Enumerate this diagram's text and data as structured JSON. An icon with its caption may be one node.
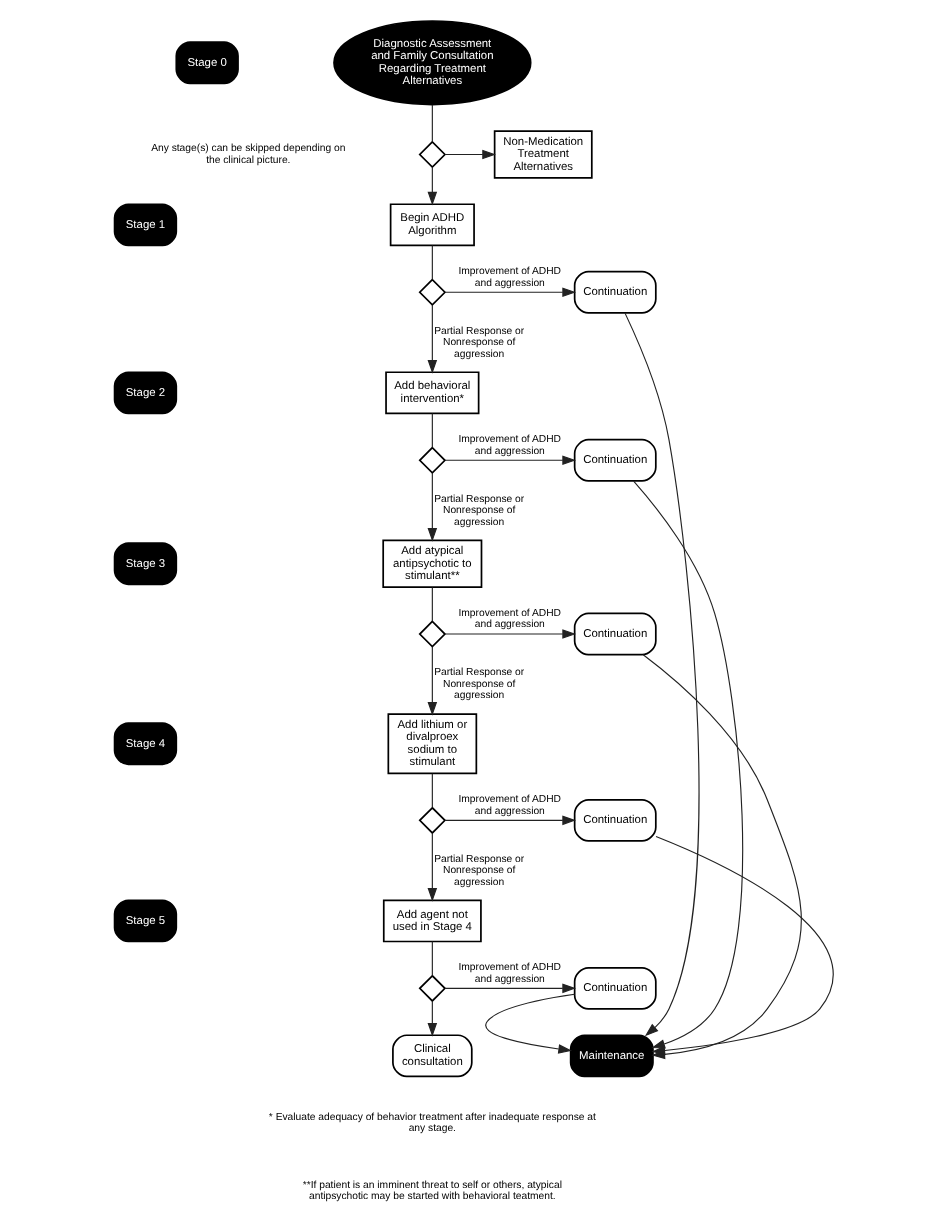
{
  "diagram": {
    "nodes": [
      {
        "text": [
          "Stage 0"
        ]
      },
      {
        "text": [
          "Diagnostic Assessment and Family Consultation Regarding Treatment Alternatives"
        ]
      },
      {
        "text": [],
        "shape": "diamond"
      },
      {
        "text": [
          "Non-Medication Treatment Alternatives"
        ]
      },
      {
        "text": [
          "Stage 1"
        ]
      },
      {
        "text": [
          "Begin ADHD Algorithm"
        ]
      },
      {
        "text": [],
        "shape": "diamond"
      },
      {
        "text": [
          "Continuation"
        ]
      },
      {
        "text": [
          "Stage 2"
        ]
      },
      {
        "text": [
          "Add behavioral intervention*"
        ]
      },
      {
        "text": [],
        "shape": "diamond"
      },
      {
        "text": [
          "Continuation"
        ]
      },
      {
        "text": [
          "Stage 3"
        ]
      },
      {
        "text": [
          "Add atypical antipsychotic to stimulant**"
        ]
      },
      {
        "text": [],
        "shape": "diamond"
      },
      {
        "text": [
          "Continuation"
        ]
      },
      {
        "text": [
          "Stage 4"
        ]
      },
      {
        "text": [
          "Add lithium or divalproex sodium to stimulant"
        ]
      },
      {
        "text": [],
        "shape": "diamond"
      },
      {
        "text": [
          "Continuation"
        ]
      },
      {
        "text": [
          "Stage 5"
        ]
      },
      {
        "text": [
          "Add agent not used in Stage 4"
        ]
      },
      {
        "text": [],
        "shape": "diamond"
      },
      {
        "text": [
          "Continuation"
        ]
      },
      {
        "text": [
          "Clinical consultation"
        ]
      },
      {
        "text": [
          "Maintenance"
        ]
      }
    ],
    "edges": [
      {
        "from": 1,
        "to": 2,
        "arrow": "none"
      },
      {
        "from": 2,
        "to": 3,
        "arrow": "to"
      },
      {
        "from": 2,
        "to": 5,
        "arrow": "to"
      },
      {
        "from": 5,
        "to": 6,
        "arrow": "none"
      },
      {
        "from": 6,
        "to": 7,
        "arrow": "to",
        "label": "Improvement of ADHD and aggression"
      },
      {
        "from": 6,
        "to": 9,
        "arrow": "to",
        "label": "Partial Response or Nonresponse of aggression"
      },
      {
        "from": 9,
        "to": 10,
        "arrow": "none"
      },
      {
        "from": 10,
        "to": 11,
        "arrow": "to",
        "label": "Improvement of ADHD and aggression"
      },
      {
        "from": 10,
        "to": 13,
        "arrow": "to",
        "label": "Partial Response or Nonresponse of aggression"
      },
      {
        "from": 13,
        "to": 14,
        "arrow": "none"
      },
      {
        "from": 14,
        "to": 15,
        "arrow": "to",
        "label": "Improvement of ADHD and aggression"
      },
      {
        "from": 14,
        "to": 17,
        "arrow": "to",
        "label": "Partial Response or Nonresponse of aggression"
      },
      {
        "from": 17,
        "to": 18,
        "arrow": "none"
      },
      {
        "from": 18,
        "to": 19,
        "arrow": "to",
        "label": "Improvement of ADHD and aggression"
      },
      {
        "from": 18,
        "to": 21,
        "arrow": "to",
        "label": "Partial Response or Nonresponse of aggression"
      },
      {
        "from": 21,
        "to": 22,
        "arrow": "none"
      },
      {
        "from": 22,
        "to": 23,
        "arrow": "to",
        "label": "Improvement of ADHD and aggression"
      },
      {
        "from": 22,
        "to": 24,
        "arrow": "to"
      },
      {
        "from": 7,
        "to": 25,
        "arrow": "to"
      },
      {
        "from": 11,
        "to": 25,
        "arrow": "to"
      },
      {
        "from": 15,
        "to": 25,
        "arrow": "to"
      },
      {
        "from": 19,
        "to": 25,
        "arrow": "to"
      },
      {
        "from": 23,
        "to": 25,
        "arrow": "to"
      }
    ],
    "labels": [
      "Any stage(s) can be skipped depending on the clinical picture.",
      "* Evaluate adequacy of behavior treatment after inadequate response at any stage.",
      "**If patient is an imminent threat to self or others, atypical antipsychotic may be started with behavioral teatment."
    ]
  }
}
